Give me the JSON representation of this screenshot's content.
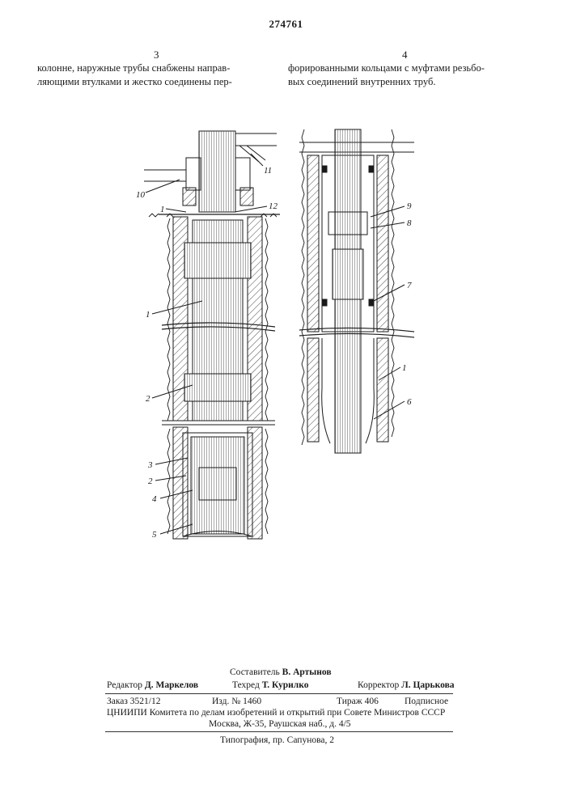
{
  "header": {
    "patent_number": "274761",
    "left_col_number": "3",
    "right_col_number": "4"
  },
  "text": {
    "left_line1": "колонне, наружные трубы снабжены направ-",
    "left_line2": "ляющими втулками и жестко соединены пер-",
    "right_line1": "форированными кольцами с муфтами резьбо-",
    "right_line2": "вых соединений внутренних труб."
  },
  "figure_labels": {
    "l10": "10",
    "l11": "11",
    "l1a": "1",
    "l12": "12",
    "l1b": "1",
    "l2a": "2",
    "l3": "3",
    "l2b": "2",
    "l4": "4",
    "l5": "5",
    "r9": "9",
    "r8": "8",
    "r7": "7",
    "r1": "1",
    "r6": "6"
  },
  "imprint": {
    "compiler_label": "Составитель",
    "compiler_name": "В. Артынов",
    "editor_label": "Редактор",
    "editor_name": "Д. Маркелов",
    "techred_label": "Техред",
    "techred_name": "Т. Курилко",
    "corrector_label": "Корректор",
    "corrector_name": "Л. Царькова",
    "order": "Заказ 3521/12",
    "edition": "Изд. № 1460",
    "circulation": "Тираж 406",
    "subscription": "Подписное",
    "org_line": "ЦНИИПИ Комитета по делам изобретений и открытий при Совете Министров СССР",
    "address_line": "Москва, Ж-35, Раушская наб., д. 4/5",
    "printing_line": "Типография, пр. Сапунова, 2"
  }
}
